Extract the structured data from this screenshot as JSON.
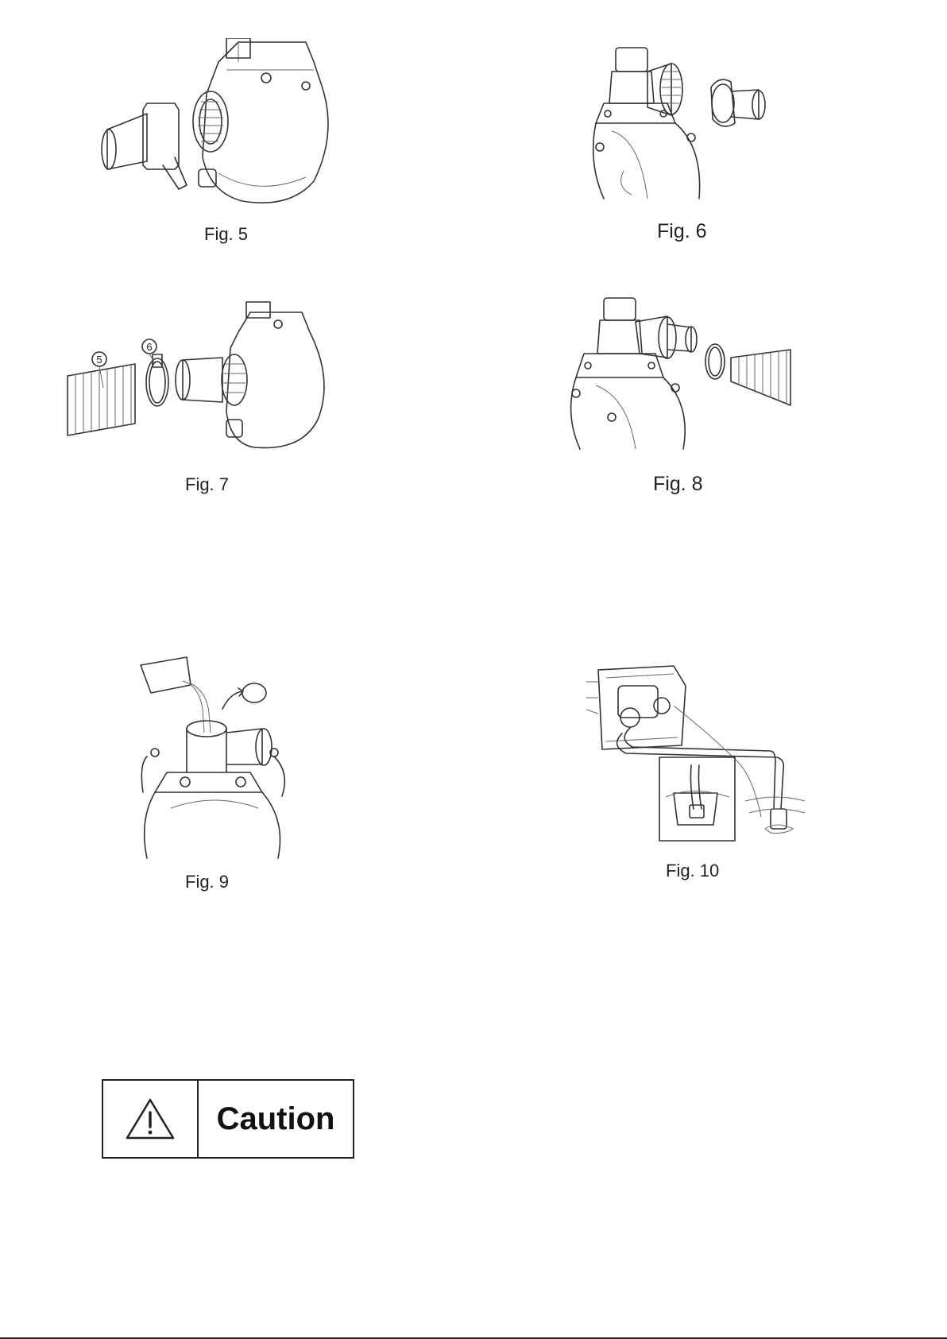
{
  "figures": [
    {
      "id": "fig5",
      "caption": "Fig. 5"
    },
    {
      "id": "fig6",
      "caption": "Fig. 6"
    },
    {
      "id": "fig7",
      "caption": "Fig. 7",
      "callouts": [
        "5",
        "6"
      ]
    },
    {
      "id": "fig8",
      "caption": "Fig. 8"
    },
    {
      "id": "fig9",
      "caption": "Fig. 9"
    },
    {
      "id": "fig10",
      "caption": "Fig. 10"
    }
  ],
  "caution": {
    "label": "Caution",
    "icon": "warning-triangle-icon"
  },
  "colors": {
    "ink": "#222222",
    "background": "#ffffff"
  }
}
